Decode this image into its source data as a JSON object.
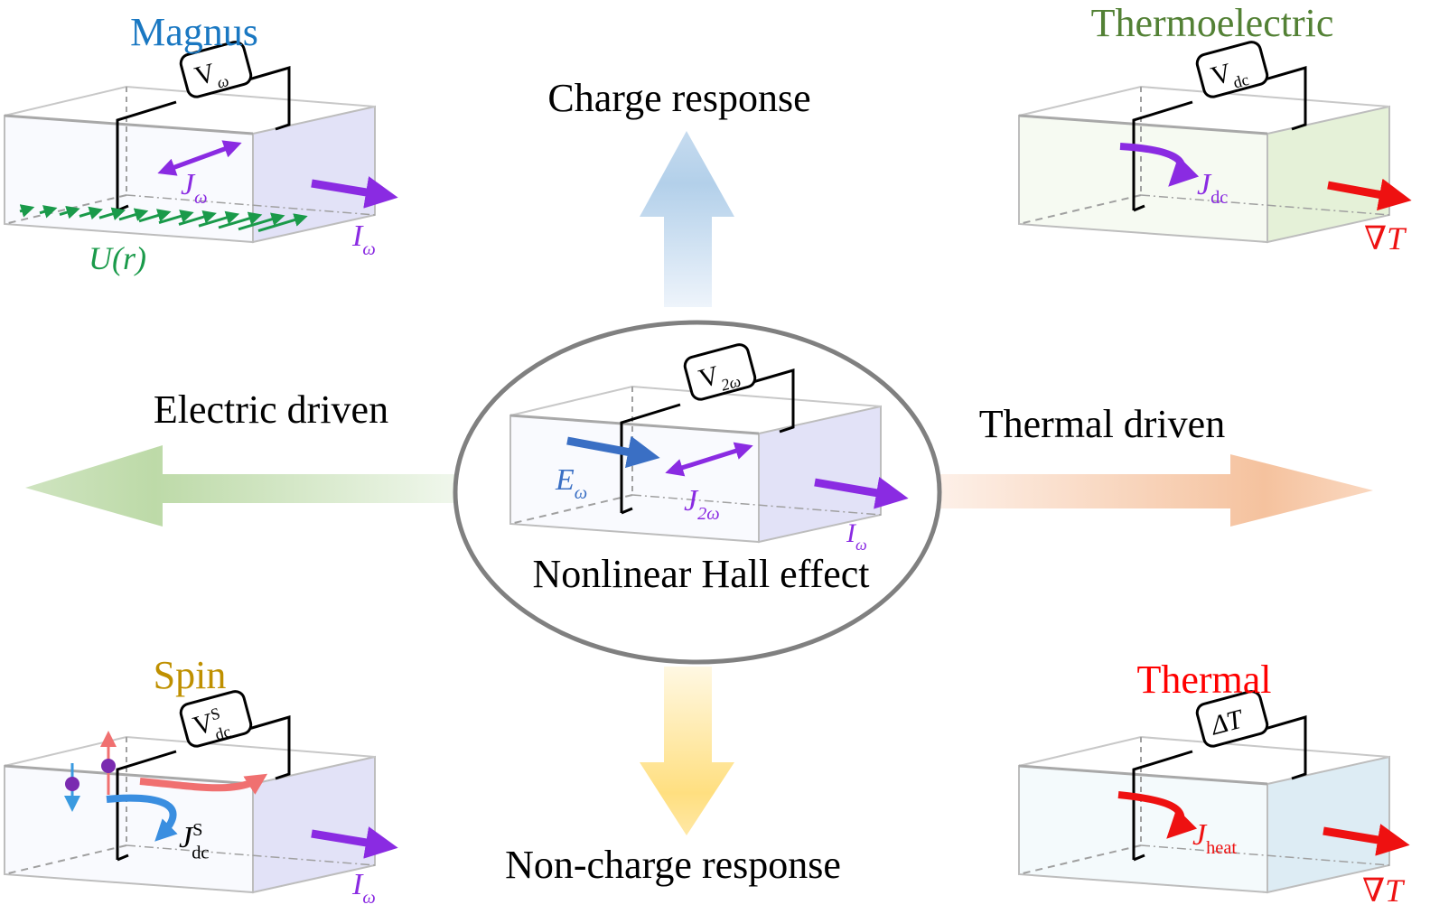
{
  "center": {
    "title": "Nonlinear Hall effect",
    "voltmeter": {
      "main": "V",
      "sub": "2ω"
    },
    "labels": {
      "field": {
        "main": "E",
        "sub": "ω"
      },
      "current": {
        "main": "J",
        "sub": "2ω"
      },
      "drive": {
        "main": "I",
        "sub": "ω"
      }
    }
  },
  "axes": {
    "up": "Charge response",
    "down": "Non-charge response",
    "left": "Electric driven",
    "right": "Thermal driven"
  },
  "panels": {
    "magnus": {
      "title": "Magnus",
      "title_color": "#1a78c2",
      "box_color": "#d8d8f4",
      "voltmeter": {
        "main": "V",
        "sub": "ω",
        "sup": ""
      },
      "current": {
        "main": "J",
        "sub": "ω",
        "sup": ""
      },
      "drive": {
        "main": "I",
        "sub": "ω"
      },
      "extra": "U(r)"
    },
    "thermoelectric": {
      "title": "Thermoelectric",
      "title_color": "#538135",
      "box_color": "#dceccb",
      "voltmeter": {
        "main": "V",
        "sub": "dc",
        "sup": ""
      },
      "current": {
        "main": "J",
        "sub": "dc",
        "sup": ""
      },
      "drive": {
        "main": "∇T",
        "sub": ""
      }
    },
    "spin": {
      "title": "Spin",
      "title_color": "#bf9000",
      "box_color": "#d8d8f4",
      "voltmeter": {
        "main": "V",
        "sub": "dc",
        "sup": "S"
      },
      "current": {
        "main": "J",
        "sub": "dc",
        "sup": "S"
      },
      "drive": {
        "main": "I",
        "sub": "ω"
      }
    },
    "thermal": {
      "title": "Thermal",
      "title_color": "#ff0000",
      "box_color": "#d2e6f0",
      "voltmeter": {
        "main": "ΔT",
        "sub": "",
        "sup": ""
      },
      "current": {
        "main": "J",
        "sub": "heat",
        "sup": ""
      },
      "drive": {
        "main": "∇T",
        "sub": ""
      }
    }
  },
  "colors": {
    "purple": "#8a2be2",
    "green": "#1a9a4a",
    "blue": "#3a6fc4",
    "red": "#ee1111",
    "arrow_up": "#a9c9e8",
    "arrow_down": "#ffd966",
    "arrow_left": "#a9d18e",
    "arrow_right": "#f4b183"
  }
}
